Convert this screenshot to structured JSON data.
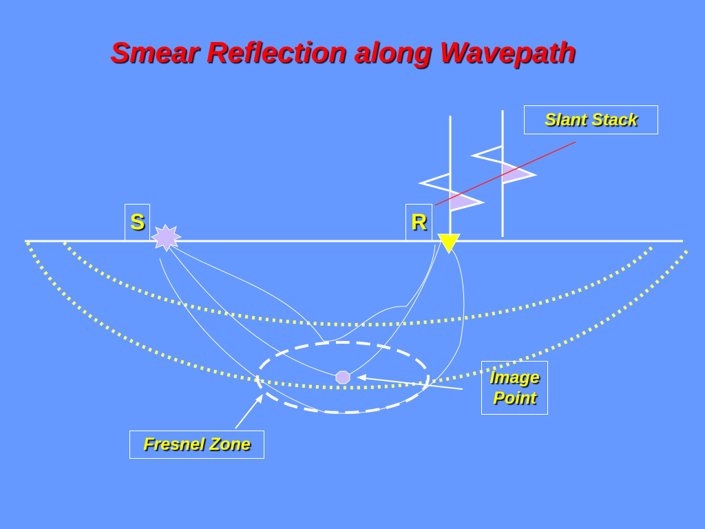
{
  "title": "Smear Reflection along Wavepath",
  "labels": {
    "source": "S",
    "receiver": "R",
    "slant_stack": "Slant Stack",
    "image_point_line1": "Image",
    "image_point_line2": "Point",
    "fresnel_zone": "Fresnel Zone"
  },
  "colors": {
    "background": "#6699FF",
    "title": "#FF0000",
    "label": "#FFFF00",
    "line": "#FFFFFF",
    "fresnel_boundary": "#FFFF66",
    "wavelet_fill": "#CCBBFF",
    "pointer": "#FF2222"
  }
}
